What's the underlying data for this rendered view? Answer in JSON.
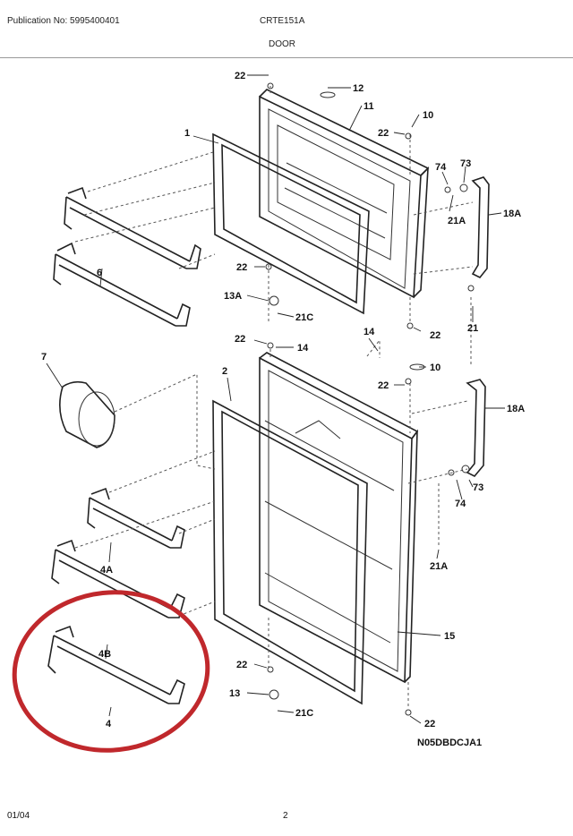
{
  "header": {
    "publication": "Publication No: 5995400401",
    "model": "CRTE151A",
    "section": "DOOR"
  },
  "callouts": {
    "c22a": "22",
    "c12": "12",
    "c11": "11",
    "c10a": "10",
    "c22b": "22",
    "c1": "1",
    "c74a": "74",
    "c73a": "73",
    "c21Aa": "21A",
    "c18Aa": "18A",
    "c6": "6",
    "c22c": "22",
    "c13A": "13A",
    "c21Ca": "21C",
    "c22d": "22",
    "c21": "21",
    "c22e": "22",
    "c14a": "14",
    "c14b": "14",
    "c7": "7",
    "c10b": "10",
    "c22f": "22",
    "c2": "2",
    "c18Ab": "18A",
    "c73b": "73",
    "c74b": "74",
    "c4A": "4A",
    "c21Ab": "21A",
    "c4B": "4B",
    "c15": "15",
    "c22g": "22",
    "c13": "13",
    "c4": "4",
    "c21Cb": "21C",
    "c22h": "22"
  },
  "diagram_code": "N05DBDCJA1",
  "footer": {
    "date": "01/04",
    "page": "2"
  },
  "colors": {
    "line": "#222222",
    "highlight": "#c0282c"
  }
}
